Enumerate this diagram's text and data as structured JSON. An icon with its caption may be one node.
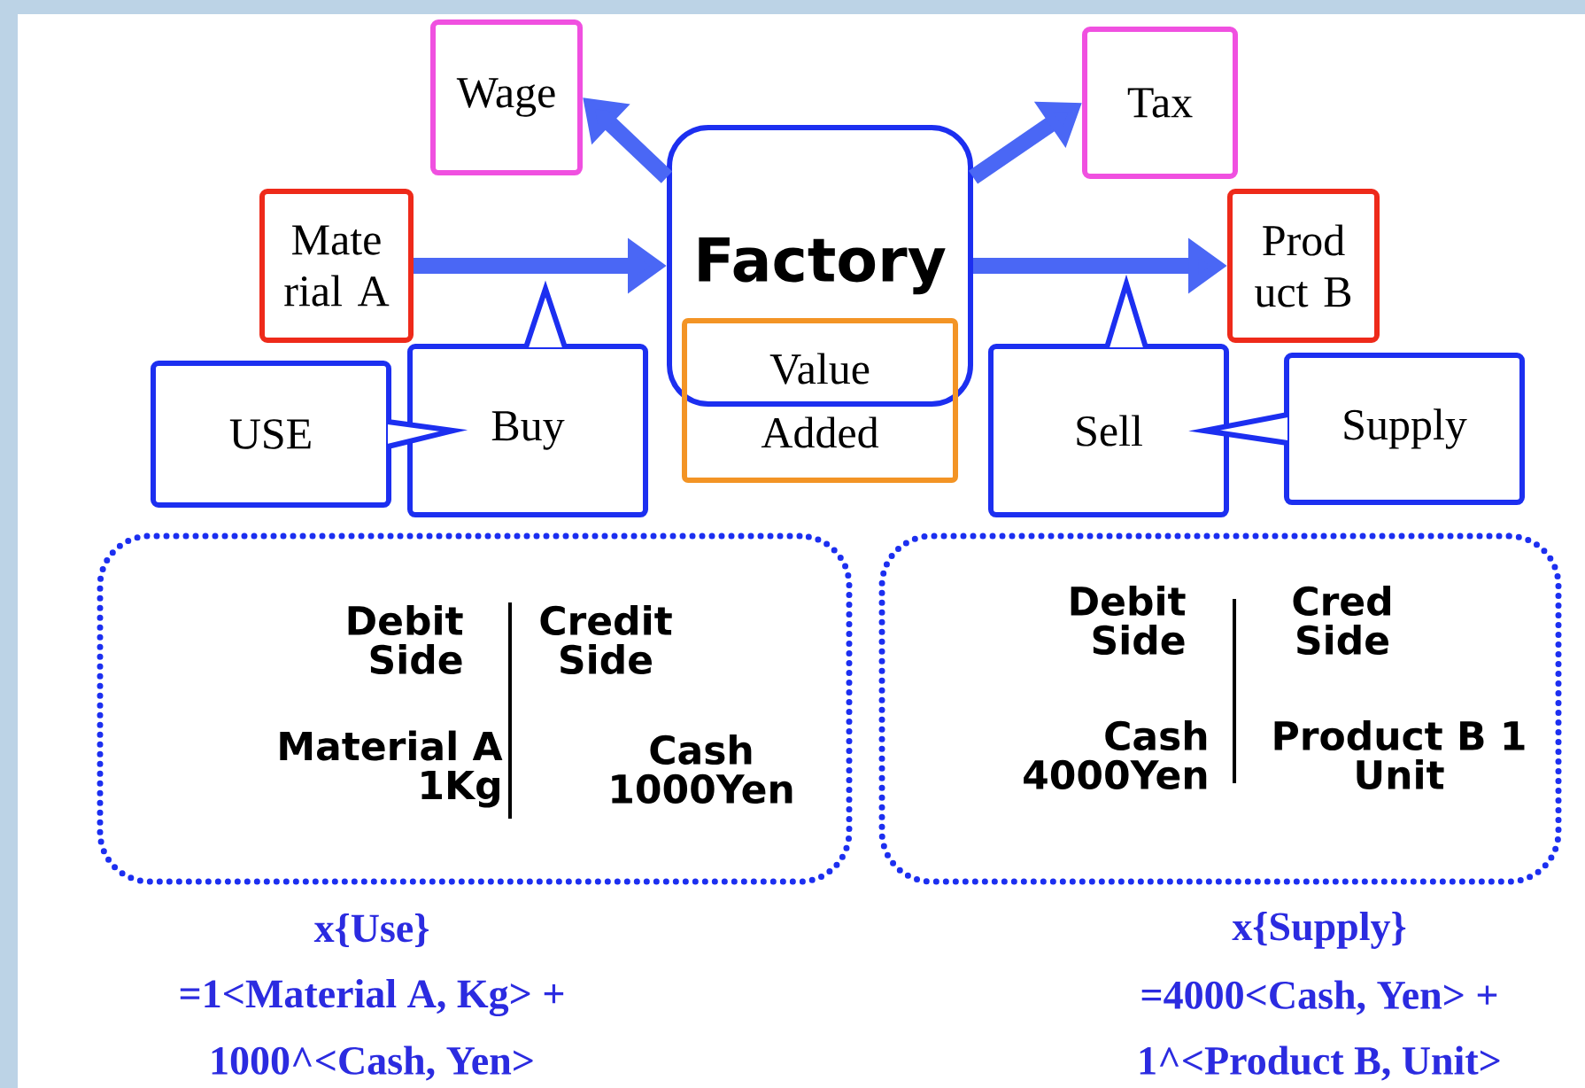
{
  "diagram": {
    "nodes": [
      {
        "text": [
          "Wage"
        ]
      },
      {
        "text": [
          "Tax"
        ]
      },
      {
        "text": [
          "Mate rial A"
        ]
      },
      {
        "text": [
          "Factory"
        ]
      },
      {
        "text": [
          "Prod uct B"
        ]
      },
      {
        "text": [
          "Value Added"
        ]
      },
      {
        "text": [
          "USE"
        ]
      },
      {
        "text": [
          "Buy"
        ]
      },
      {
        "text": [
          "Sell"
        ]
      },
      {
        "text": [
          "Supply"
        ]
      },
      {
        "text": [
          "Debit Side",
          "Credit Side",
          "Material A 1Kg",
          "Cash 1000Yen"
        ],
        "beside": [
          "x{Use}",
          "=1<Material A, Kg> +",
          "1000^<Cash, Yen>"
        ]
      },
      {
        "text": [
          "Debit Side",
          "Cred Side",
          "Cash 4000Yen",
          "Product B 1 Unit"
        ],
        "beside": [
          "x{Supply}",
          "=4000<Cash, Yen> +",
          "1^<Product B, Unit>"
        ]
      }
    ],
    "edges": [
      {
        "from": 3,
        "to": 0,
        "arrow": "to",
        "style": "thick",
        "color": "#4a67f5"
      },
      {
        "from": 3,
        "to": 1,
        "arrow": "to",
        "style": "thick",
        "color": "#4a67f5"
      },
      {
        "from": 2,
        "to": 3,
        "arrow": "to",
        "style": "thick",
        "color": "#4a67f5"
      },
      {
        "from": 3,
        "to": 4,
        "arrow": "to",
        "style": "thick",
        "color": "#4a67f5"
      },
      {
        "from": 6,
        "to": 7,
        "arrow": "to"
      },
      {
        "from": 7,
        "to": null,
        "arrow": "to"
      },
      {
        "from": 9,
        "to": 8,
        "arrow": "to"
      },
      {
        "from": 8,
        "to": null,
        "arrow": "to"
      }
    ]
  }
}
